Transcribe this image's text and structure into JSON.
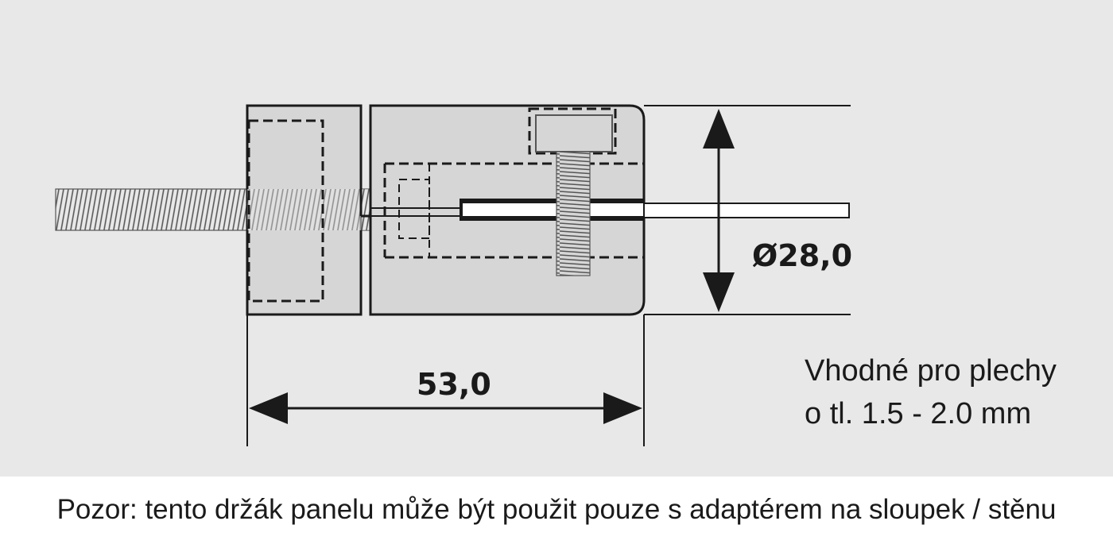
{
  "dimensions": {
    "diameter": "Ø28,0",
    "length": "53,0"
  },
  "note": {
    "line1": "Vhodné pro plechy",
    "line2": "o tl. 1.5 - 2.0 mm"
  },
  "warning": "Pozor: tento držák panelu může být použit pouze s adaptérem na sloupek / stěnu",
  "colors": {
    "background": "#e8e8e8",
    "body_fill": "#d6d6d6",
    "line": "#1a1a1a"
  }
}
